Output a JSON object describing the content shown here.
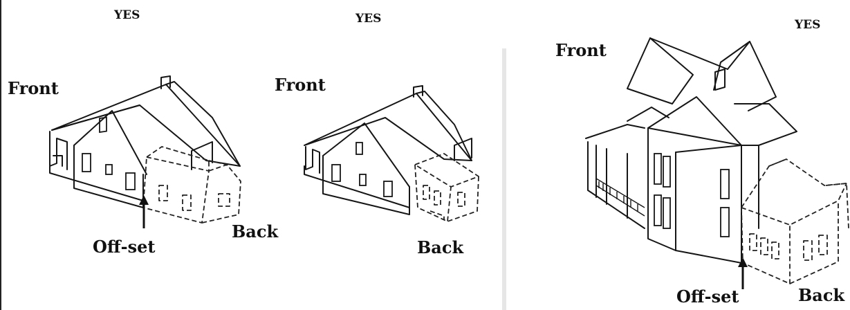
{
  "labels": {
    "yes_1": "YES",
    "yes_2": "YES",
    "yes_3": "YES",
    "front_1": "Front",
    "front_2": "Front",
    "front_3": "Front",
    "offset_1": "Off-set",
    "offset_3": "Off-set",
    "back_1": "Back",
    "back_2": "Back",
    "back_3": "Back"
  }
}
